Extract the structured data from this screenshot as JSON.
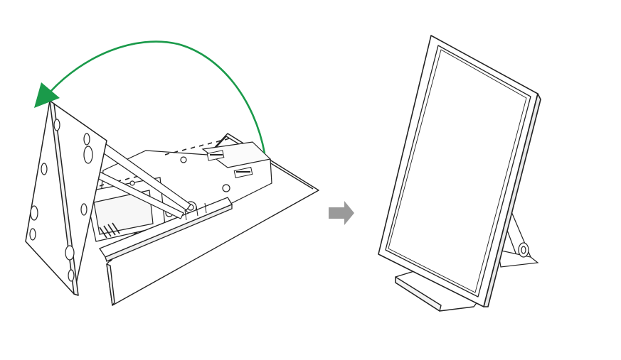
{
  "illustration": {
    "steps": [
      {
        "id": "step-1",
        "description_icon": "stand-fold-out-illustration"
      },
      {
        "id": "step-2",
        "description_icon": "monitor-portrait-standing-illustration"
      }
    ],
    "arrow_icon": "right-arrow-icon",
    "rotation_arrow_icon": "rotate-counterclockwise-arrow-icon",
    "colors": {
      "line": "#222222",
      "rotation_arrow": "#1a9a4a",
      "next_arrow": "#9a9a9a",
      "background": "#ffffff"
    }
  }
}
